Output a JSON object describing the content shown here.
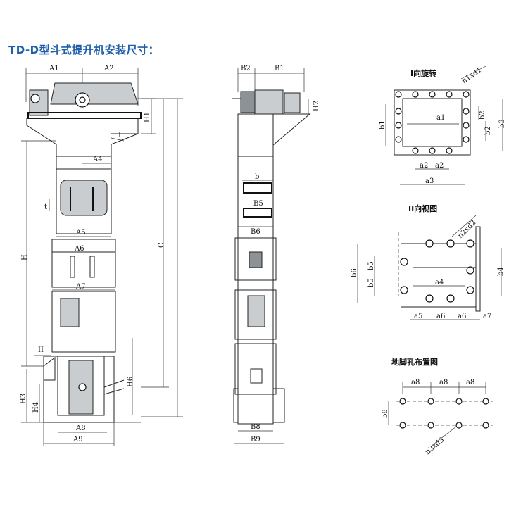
{
  "title": "TD-D型斗式提升机安装尺寸：",
  "front_view": {
    "dims": {
      "A1": "A1",
      "A2": "A2",
      "A4": "A4",
      "A5": "A5",
      "A6": "A6",
      "A7": "A7",
      "A8": "A8",
      "A9": "A9",
      "H": "H",
      "H1": "H1",
      "H3": "H3",
      "H4": "H4",
      "H6": "H6",
      "C": "C",
      "t": "t",
      "II": "II"
    }
  },
  "side_view": {
    "dims": {
      "B2": "B2",
      "B1": "B1",
      "b": "b",
      "B5": "B5",
      "B6": "B6",
      "B8": "B8",
      "B9": "B9",
      "H2": "H2"
    }
  },
  "view_I": {
    "title": "I向旋转",
    "dims": {
      "n1xd1": "n1xd1",
      "a1": "a1",
      "a2_left": "a2",
      "a2_right": "a2",
      "a3": "a3",
      "b1": "b1",
      "b2": "b2",
      "b2b": "b2",
      "b3": "b3"
    }
  },
  "view_II": {
    "title": "II向视图",
    "dims": {
      "n2xd2": "n2xd2",
      "a4": "a4",
      "a5": "a5",
      "a6_1": "a6",
      "a6_2": "a6",
      "a7": "a7",
      "b4": "b4",
      "b5": "b5",
      "b5b": "b5",
      "b6": "b6"
    }
  },
  "foundation": {
    "title": "地脚孔布置图",
    "dims": {
      "a8_1": "a8",
      "a8_2": "a8",
      "a8_3": "a8",
      "b8": "b8",
      "n3xd3": "n3xd3"
    }
  }
}
